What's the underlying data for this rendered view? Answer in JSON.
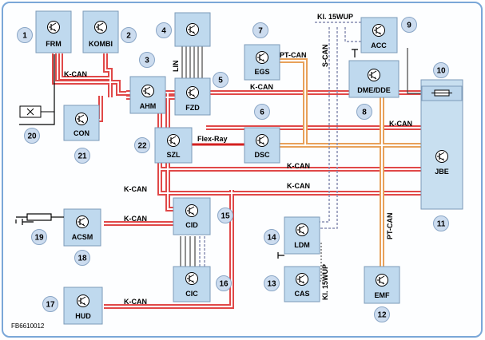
{
  "figure_id": "FB6610012",
  "units": {
    "frm": "FRM",
    "kombi": "KOMBI",
    "ahm": "AHM",
    "fzd": "FZD",
    "egs": "EGS",
    "acc": "ACC",
    "dme": "DME/DDE",
    "con": "CON",
    "szl": "SZL",
    "dsc": "DSC",
    "jbe": "JBE",
    "cid": "CID",
    "acsm": "ACSM",
    "ldm": "LDM",
    "cic": "CIC",
    "cas": "CAS",
    "emf": "EMF",
    "hud": "HUD"
  },
  "callouts": [
    "1",
    "2",
    "3",
    "4",
    "5",
    "6",
    "7",
    "8",
    "9",
    "10",
    "11",
    "12",
    "13",
    "14",
    "15",
    "16",
    "17",
    "18",
    "19",
    "20",
    "21",
    "22"
  ],
  "buses": {
    "kcan": "K-CAN",
    "ptcan": "PT-CAN",
    "scan": "S-CAN",
    "lin": "LIN",
    "flexray": "Flex-Ray",
    "kl15wup": "Kl. 15WUP"
  },
  "colors": {
    "kcan": "#e04848",
    "ptcan": "#e8a15a",
    "flexray": "#d42020",
    "unit_fill": "#bfd9ee",
    "jbe_fill": "#c8dff0",
    "badge_fill": "#ccdcef",
    "frame_border": "#7aa7d8"
  }
}
